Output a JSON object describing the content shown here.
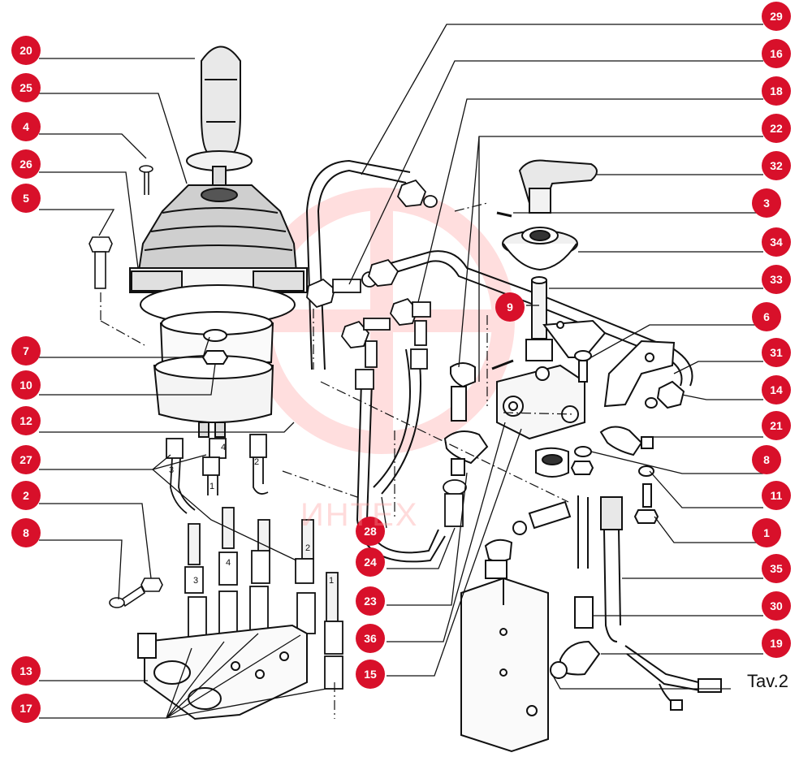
{
  "callouts": [
    {
      "label": "20",
      "side": "left"
    },
    {
      "label": "25",
      "side": "left"
    },
    {
      "label": "4",
      "side": "left"
    },
    {
      "label": "26",
      "side": "left"
    },
    {
      "label": "5",
      "side": "left"
    },
    {
      "label": "7",
      "side": "left"
    },
    {
      "label": "10",
      "side": "left"
    },
    {
      "label": "12",
      "side": "left"
    },
    {
      "label": "27",
      "side": "left"
    },
    {
      "label": "2",
      "side": "left"
    },
    {
      "label": "8",
      "side": "left"
    },
    {
      "label": "13",
      "side": "left"
    },
    {
      "label": "17",
      "side": "left"
    },
    {
      "label": "29",
      "side": "right"
    },
    {
      "label": "16",
      "side": "right"
    },
    {
      "label": "18",
      "side": "right"
    },
    {
      "label": "22",
      "side": "right"
    },
    {
      "label": "32",
      "side": "right"
    },
    {
      "label": "3",
      "side": "right"
    },
    {
      "label": "34",
      "side": "right"
    },
    {
      "label": "33",
      "side": "right"
    },
    {
      "label": "9",
      "side": "center"
    },
    {
      "label": "6",
      "side": "right"
    },
    {
      "label": "31",
      "side": "right"
    },
    {
      "label": "14",
      "side": "right"
    },
    {
      "label": "21",
      "side": "right"
    },
    {
      "label": "8",
      "side": "right"
    },
    {
      "label": "11",
      "side": "right"
    },
    {
      "label": "1",
      "side": "right"
    },
    {
      "label": "35",
      "side": "right"
    },
    {
      "label": "30",
      "side": "right"
    },
    {
      "label": "19",
      "side": "right"
    },
    {
      "label": "28",
      "side": "center"
    },
    {
      "label": "24",
      "side": "center"
    },
    {
      "label": "23",
      "side": "center"
    },
    {
      "label": "36",
      "side": "center"
    },
    {
      "label": "15",
      "side": "center"
    }
  ],
  "tube_numbers": [
    "3",
    "4",
    "2",
    "1",
    "3",
    "4",
    "2",
    "1"
  ],
  "table_label": "Tav.2",
  "watermark": "ИНТЕХ",
  "colors": {
    "callout": "#d8102a",
    "line": "#111111",
    "watermark": "#ffb3b3"
  }
}
